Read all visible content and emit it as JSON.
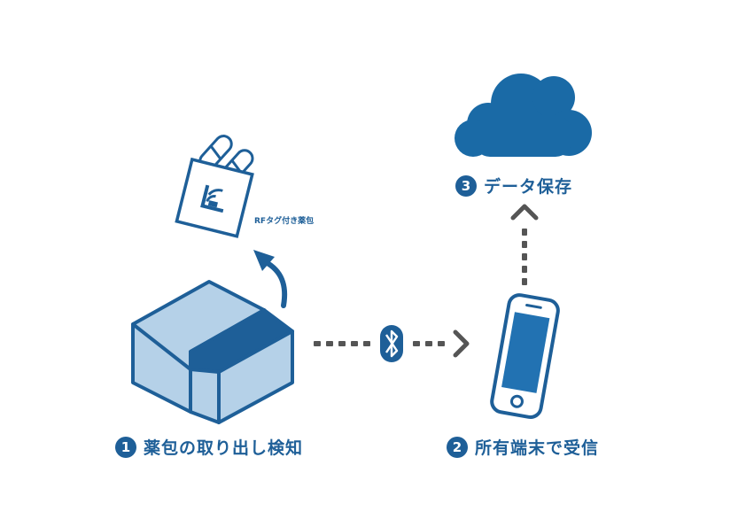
{
  "colors": {
    "primary": "#1e5f98",
    "box_fill": "#b5d1e8",
    "phone_screen": "#2272b2",
    "dots": "#555555",
    "cloud": "#1a6aa6"
  },
  "tag": {
    "label": "RFタグ付き薬包",
    "icon": "rfid-tag-icon"
  },
  "steps": [
    {
      "number": "1",
      "label": "薬包の取り出し検知",
      "icon": "medicine-box-icon"
    },
    {
      "number": "2",
      "label": "所有端末で受信",
      "icon": "smartphone-icon"
    },
    {
      "number": "3",
      "label": "データ保存",
      "icon": "cloud-icon"
    }
  ],
  "connection": {
    "icon": "bluetooth-icon"
  }
}
